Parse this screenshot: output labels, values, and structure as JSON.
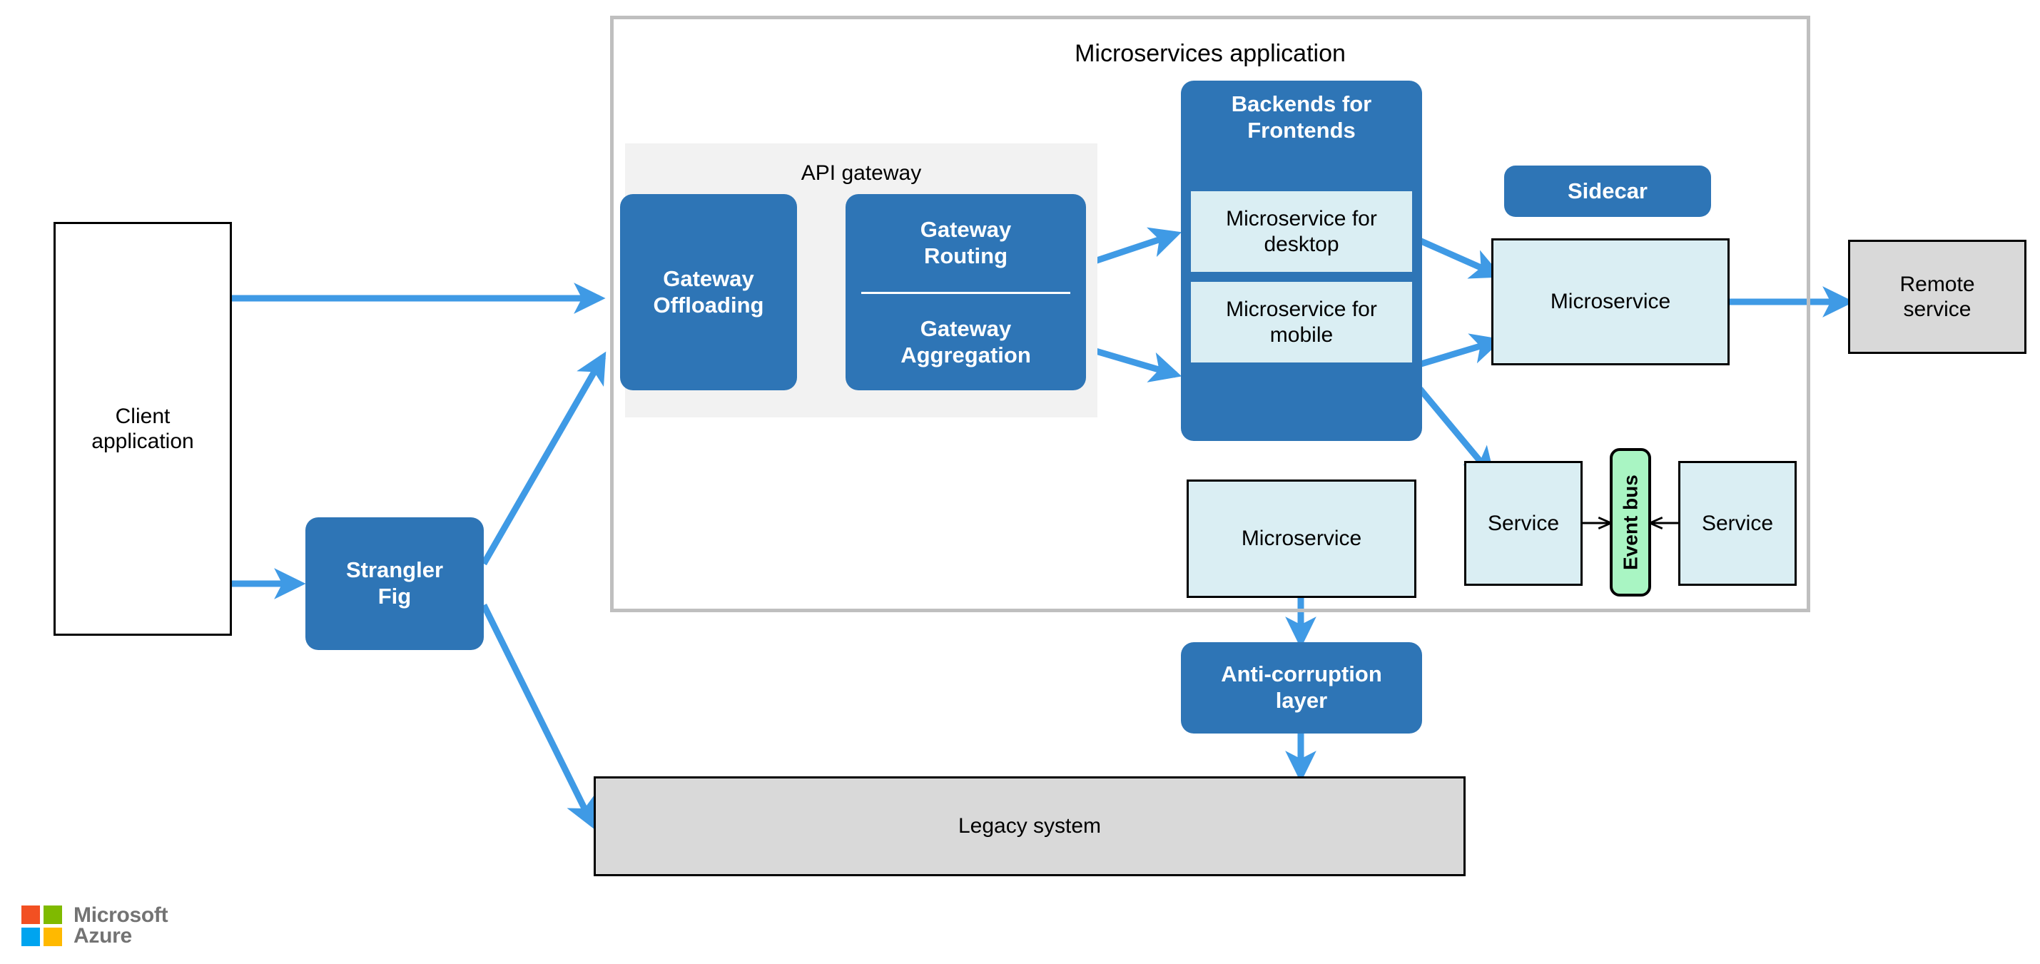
{
  "diagram": {
    "title": "Microservices application",
    "api_gateway_label": "API gateway"
  },
  "nodes": {
    "client_application": "Client\napplication",
    "strangler_fig": "Strangler\nFig",
    "gateway_offloading": "Gateway\nOffloading",
    "gateway_routing": "Gateway\nRouting",
    "gateway_aggregation": "Gateway\nAggregation",
    "backends_for_frontends": "Backends for\nFrontends",
    "microservice_for_desktop": "Microservice for\ndesktop",
    "microservice_for_mobile": "Microservice for\nmobile",
    "sidecar": "Sidecar",
    "microservice_sidecar": "Microservice",
    "remote_service": "Remote\nservice",
    "microservice_standalone": "Microservice",
    "service_left": "Service",
    "event_bus": "Event bus",
    "service_right": "Service",
    "anti_corruption_layer": "Anti-corruption\nlayer",
    "legacy_system": "Legacy system"
  },
  "logo": {
    "line1": "Microsoft",
    "line2": "Azure",
    "squares": [
      {
        "name": "red-square",
        "color": "#f25022"
      },
      {
        "name": "green-square",
        "color": "#7fba00"
      },
      {
        "name": "blue-square",
        "color": "#00a4ef"
      },
      {
        "name": "yellow-square",
        "color": "#ffb900"
      }
    ]
  },
  "colors": {
    "pattern_blue": "#2e75b6",
    "arrow_blue": "#3f9ae5",
    "light_blue_fill": "#daeef3",
    "gray_fill": "#d9d9d9",
    "panel_gray": "#f2f2f2",
    "container_border": "#bfbfbf",
    "event_bus_green": "#a9f5c3"
  },
  "connections": [
    {
      "name": "client-to-gateway-offloading",
      "from": "client_application",
      "to": "gateway_offloading"
    },
    {
      "name": "client-to-strangler-fig",
      "from": "client_application",
      "to": "strangler_fig"
    },
    {
      "name": "strangler-fig-to-gateway-offloading",
      "from": "strangler_fig",
      "to": "gateway_offloading"
    },
    {
      "name": "strangler-fig-to-legacy-system",
      "from": "strangler_fig",
      "to": "legacy_system"
    },
    {
      "name": "gateway-offloading-to-gateway-routing",
      "from": "gateway_offloading",
      "to": "gateway_routing"
    },
    {
      "name": "gateway-routing-to-microservice-desktop",
      "from": "gateway_routing",
      "to": "microservice_for_desktop"
    },
    {
      "name": "gateway-aggregation-to-microservice-mobile",
      "from": "gateway_aggregation",
      "to": "microservice_for_mobile"
    },
    {
      "name": "microservice-desktop-to-microservice-sidecar",
      "from": "microservice_for_desktop",
      "to": "microservice_sidecar"
    },
    {
      "name": "microservice-mobile-to-microservice-sidecar",
      "from": "microservice_for_mobile",
      "to": "microservice_sidecar"
    },
    {
      "name": "microservice-mobile-to-service-left",
      "from": "microservice_for_mobile",
      "to": "service_left"
    },
    {
      "name": "microservice-sidecar-to-remote-service",
      "from": "microservice_sidecar",
      "to": "remote_service"
    },
    {
      "name": "service-left-to-event-bus",
      "from": "service_left",
      "to": "event_bus"
    },
    {
      "name": "service-right-to-event-bus",
      "from": "service_right",
      "to": "event_bus"
    },
    {
      "name": "microservice-standalone-to-anti-corruption-layer",
      "from": "microservice_standalone",
      "to": "anti_corruption_layer"
    },
    {
      "name": "anti-corruption-layer-to-legacy-system",
      "from": "anti_corruption_layer",
      "to": "legacy_system"
    }
  ]
}
